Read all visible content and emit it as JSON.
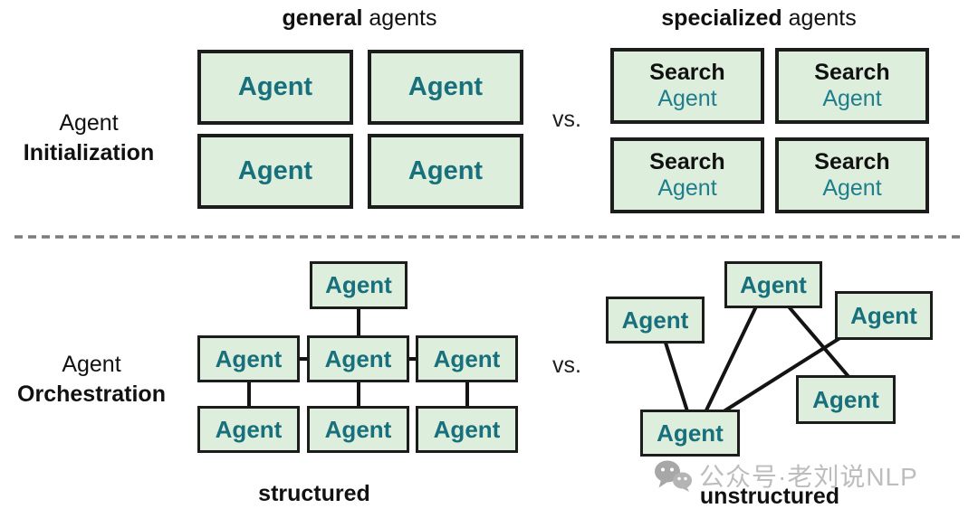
{
  "colors": {
    "box_fill": "#ddeedd",
    "box_border": "#1c1c1c",
    "teal_bold": "#17707b",
    "teal_regular": "#1e7e8c",
    "text": "#111111",
    "divider": "#7b7b7b",
    "watermark": "#bdbdbd"
  },
  "init_section": {
    "row_label": {
      "line1": "Agent",
      "line2": "Initialization"
    },
    "general": {
      "title_bold": "general",
      "title_rest": " agents",
      "box_label": "Agent",
      "box_count": 4
    },
    "vs": "vs.",
    "specialized": {
      "title_bold": "specialized",
      "title_rest": " agents",
      "box_line1": "Search",
      "box_line2": "Agent",
      "box_count": 4
    }
  },
  "orch_section": {
    "row_label": {
      "line1": "Agent",
      "line2": "Orchestration"
    },
    "structured": {
      "caption": "structured",
      "box_label": "Agent",
      "box_count": 7
    },
    "vs": "vs.",
    "unstructured": {
      "caption": "unstructured",
      "box_label": "Agent",
      "box_count": 5
    }
  },
  "watermark": {
    "icon": "wechat-icon",
    "text": "公众号·老刘说NLP"
  }
}
